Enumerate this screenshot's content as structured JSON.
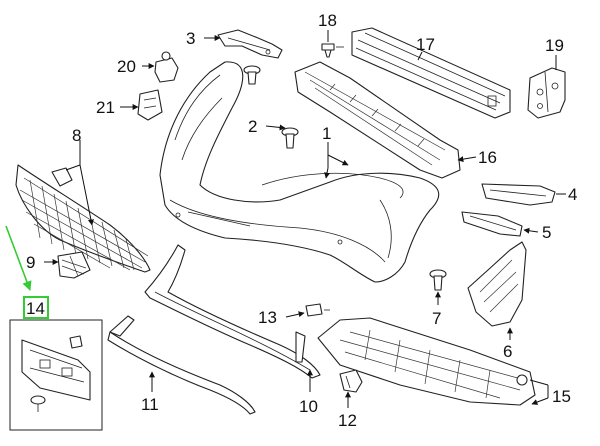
{
  "highlight_color": "#33cc33",
  "callouts": {
    "c1": "1",
    "c2": "2",
    "c3": "3",
    "c4": "4",
    "c5": "5",
    "c6": "6",
    "c7": "7",
    "c8": "8",
    "c9": "9",
    "c10": "10",
    "c11": "11",
    "c12": "12",
    "c13": "13",
    "c14": "14",
    "c15": "15",
    "c16": "16",
    "c17": "17",
    "c18": "18",
    "c19": "19",
    "c20": "20",
    "c21": "21"
  }
}
